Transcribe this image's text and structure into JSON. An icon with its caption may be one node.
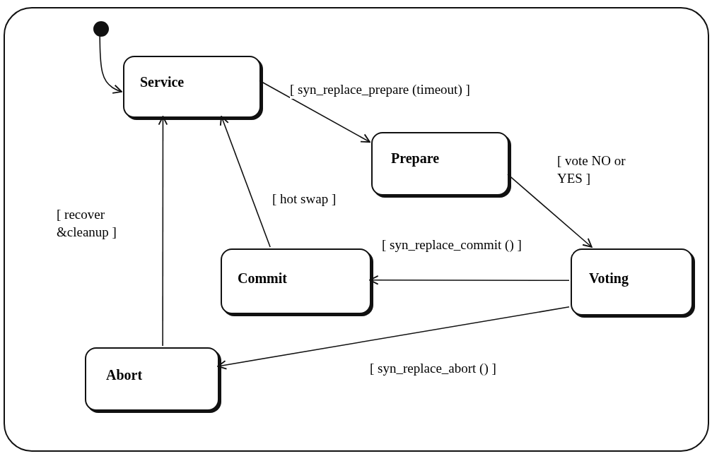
{
  "diagram": {
    "nodes": [
      {
        "text": [],
        "shape": "box"
      },
      {
        "text": [],
        "shape": "circle",
        "in": 0
      },
      {
        "text": [
          "Service"
        ],
        "in": 0
      },
      {
        "text": [
          "Prepare"
        ],
        "in": 0
      },
      {
        "text": [
          "Commit"
        ],
        "in": 0
      },
      {
        "text": [
          "Voting"
        ],
        "in": 0
      },
      {
        "text": [
          "Abort"
        ],
        "in": 0
      }
    ],
    "edges": [
      {
        "from": 1,
        "to": 2,
        "arrow": "to"
      },
      {
        "from": 2,
        "to": 3,
        "arrow": "to",
        "label": "[ syn_replace_prepare (timeout) ]"
      },
      {
        "from": 3,
        "to": 5,
        "arrow": "to",
        "label": "[ vote NO or YES ]"
      },
      {
        "from": 5,
        "to": 4,
        "arrow": "to",
        "label": "[ syn_replace_commit () ]"
      },
      {
        "from": 4,
        "to": 2,
        "arrow": "to",
        "label": "[ hot swap ]"
      },
      {
        "from": 5,
        "to": 6,
        "arrow": "to",
        "label": "[ syn_replace_abort () ]"
      },
      {
        "from": 6,
        "to": 2,
        "arrow": "to",
        "label": "[ recover &cleanup ]"
      }
    ]
  }
}
